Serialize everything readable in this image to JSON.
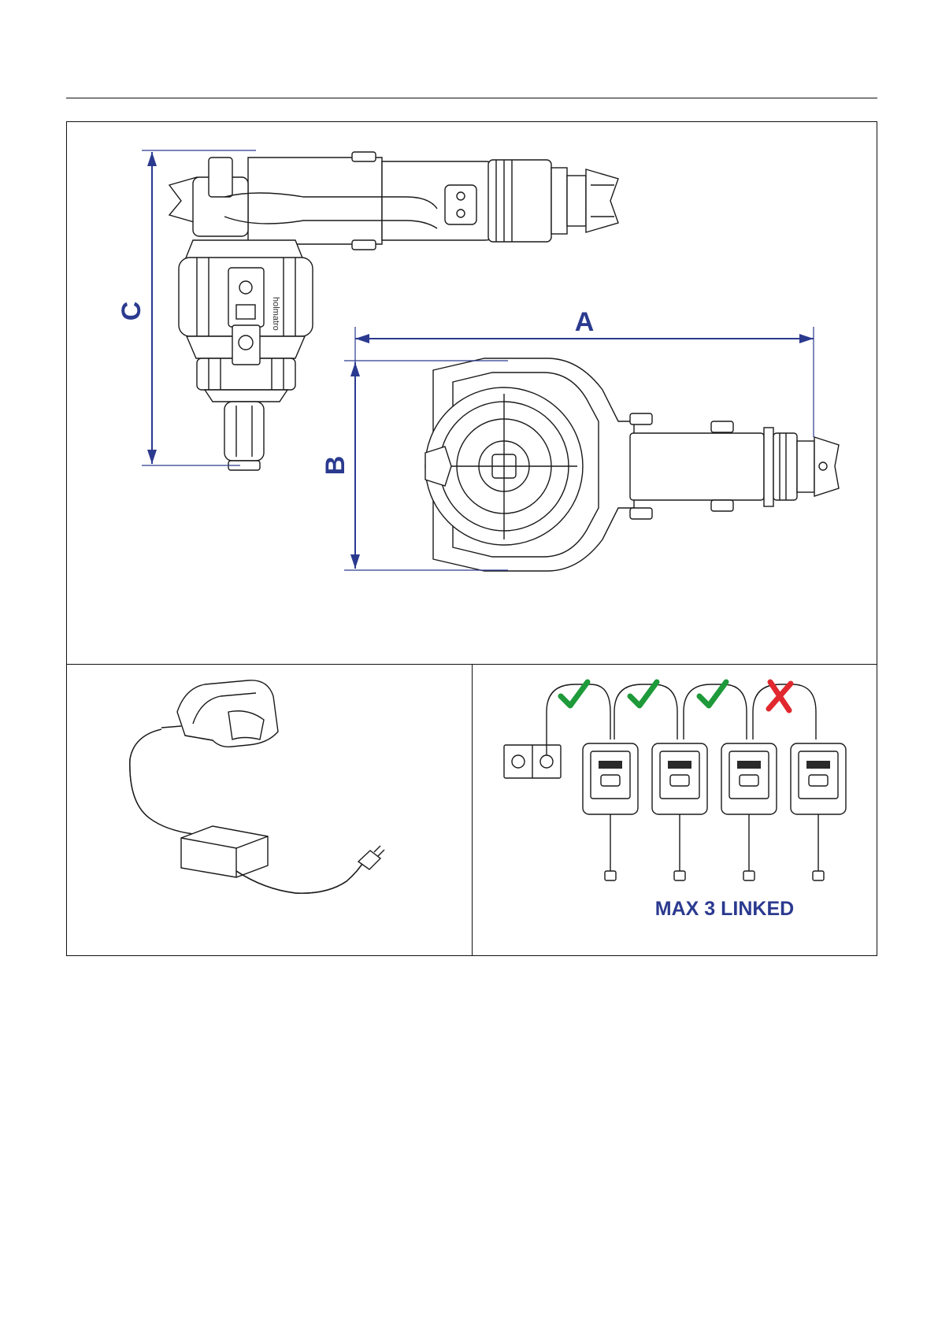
{
  "dimensions": {
    "a_label": "A",
    "b_label": "B",
    "c_label": "C"
  },
  "tool": {
    "brand_text": "holmatro"
  },
  "linking": {
    "caption": "MAX 3 LINKED",
    "status": [
      "ok",
      "ok",
      "ok",
      "not-allowed"
    ],
    "ok_color": "#1e9a3a",
    "not_allowed_color": "#e0282e"
  },
  "colors": {
    "dimension": "#2b3a8f",
    "line": "#1a1a1a"
  },
  "icons": [
    "check-icon",
    "cross-icon",
    "wall-socket-icon",
    "battery-charger-icon",
    "power-adapter-icon",
    "plug-icon"
  ]
}
